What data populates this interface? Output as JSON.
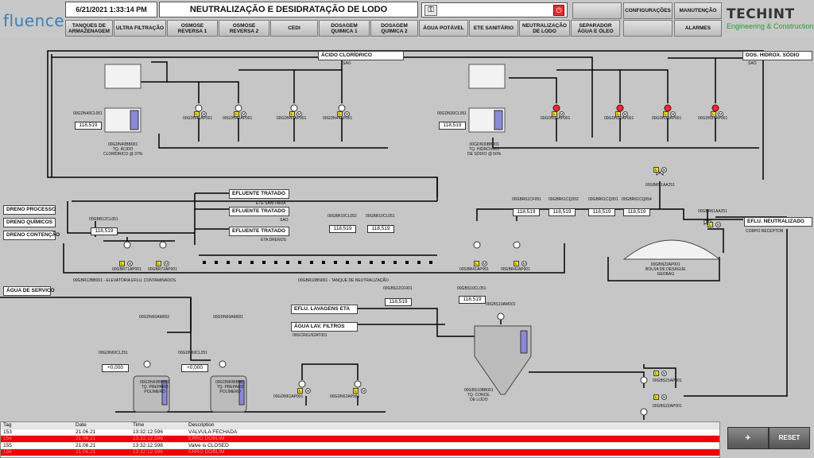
{
  "header": {
    "logo": "fluence",
    "datetime": "6/21/2021 1:33:14 PM",
    "title": "NEUTRALIZAÇÃO E DESIDRATAÇÃO DE LODO",
    "key_icon": "key-icon",
    "power_icon": "power-icon",
    "brand": "TECHINT",
    "brand_sub": "Engineering & Construction"
  },
  "nav": [
    "TANQUES DE ARMAZENAGEM",
    "ULTRA FILTRAÇÃO",
    "OSMOSE REVERSA 1",
    "OSMOSE REVERSA 2",
    "CEDI",
    "DOSAGEM QUIMICA 1",
    "DOSAGEM QUIMICA 2",
    "ÁGUA POTÁVEL",
    "ETE SANITÁRIO",
    "NEUTRALIZAÇÃO DE LODO",
    "SEPARADOR ÁGUA E ÓLEO"
  ],
  "right_buttons": {
    "config": "CONFIGURAÇÕES",
    "maint": "MANUTENÇÃO",
    "alarms": "ALARMES"
  },
  "process": {
    "acido_cloridrico": "ÁCIDO CLORÍDRICO",
    "sao1": "SAO",
    "dos_hidrox": "DOS. HIDROX. SÓDIO",
    "sao2": "SAO",
    "efl_trat1": "EFLUENTE TRATADO",
    "ete_sanit": "ETE SANITÁRIA",
    "efl_trat2": "EFLUENTE TRATADO",
    "sao3": "SAO",
    "efl_trat3": "EFLUENTE TRATADO",
    "eta_drenos": "ETA DRENOS",
    "dreno_proc": "DRENO PROCESSO",
    "dreno_quim": "DRENO QUÍMICOS",
    "dreno_cont": "DRENO CONTENÇÃO",
    "agua_serv": "ÁGUA DE SERVICO",
    "efl_lav": "EFLU. LAVAGENS ETA",
    "agua_lav": "ÁGUA LAV. FILTROS",
    "agua_lav_tag": "00GCR61/62AT001",
    "efl_neut": "EFLU. NEUTRALIZADO",
    "corpo_rec": "CORPO RECEPTOR",
    "tank_hcl": "00GDN40BB001\nTQ. ÁCIDO\nCLORÍDRICO @ 37%",
    "tank_naoh": "00GDN30BB001\nTQ. HIDRÓXIDO\nDE SÓDIO @ 50%",
    "elev": "00GBR12BB001 - ELEVATÓRIA EFLU. CONTAMINADOS",
    "neutr": "00GBR10BN001 - TANQUE DE NEUTRALIZAÇÃO",
    "geobag": "00GBN22AP001\nBOLSA DE DESAGUE\nGEOBAG",
    "polymer1": "00GDN60BB001\nTQ. PREPARO\nPOLÍMERO",
    "polymer2": "00GDN60BB001\nTQ. PREPARO\nPOLÍMERO",
    "thick": "00GBS10BB001\nTQ. CONCE.\nDE LODO",
    "gbs22": "00GBS22AP001",
    "gbs21": "00GBS21AP001",
    "gbs10": "00GBS10AM001",
    "v51": "00GBR51AA251",
    "v61": "00GBR61AA251",
    "sensors": [
      {
        "tag": "00GDN40CL051",
        "value": "118,519"
      },
      {
        "tag": "00GDN30CL051",
        "value": "118,519"
      },
      {
        "tag": "00GBR12CL051",
        "value": "118,519"
      },
      {
        "tag": "00GBR10CL052",
        "value": "118,519"
      },
      {
        "tag": "00GBR10CL051",
        "value": "118,519"
      },
      {
        "tag": "00GBR61CF051",
        "value": "118,519"
      },
      {
        "tag": "00GBR61CQ052",
        "value": "118,519"
      },
      {
        "tag": "00GBR61CQ051",
        "value": "118,519"
      },
      {
        "tag": "00GBR61CQ054",
        "value": "118,519"
      },
      {
        "tag": "00GBS12CF001",
        "value": "118,519"
      },
      {
        "tag": "00GBS10CL051",
        "value": "118,519"
      },
      {
        "tag": "00GDN60CL251",
        "value": "+0,000"
      },
      {
        "tag": "00GDN60CL251",
        "value": "+0,000"
      }
    ],
    "pumps": [
      "00GDN41AP001",
      "00GDN42AP001",
      "00GDN43AP001",
      "00GDN44AP001",
      "00GDN31AP001",
      "00GDN32AP001",
      "00GDN33AP001",
      "00GDN34AP001",
      "00GBR71AP001",
      "00GBR72AP001",
      "00GBR41AP001",
      "00GBR42AP001",
      "00GDN61AP001",
      "00GDN62AP001",
      "00GDN60AM002",
      "00GDN60AM001"
    ]
  },
  "log": {
    "headers": [
      "Tag",
      "Date",
      "Time",
      "Description"
    ],
    "rows": [
      {
        "id": "153",
        "date": "21.06.21",
        "time": "13:32:12.596",
        "desc": "VÁLVULA FECHADA",
        "alarm": false
      },
      {
        "id": "154",
        "date": "21.06.21",
        "time": "13:32:12.596",
        "desc": "ERRO DOBLIM",
        "alarm": true
      },
      {
        "id": "155",
        "date": "21.06.21",
        "time": "13:32:12.596",
        "desc": "Valve is CLOSED",
        "alarm": false
      },
      {
        "id": "156",
        "date": "21.06.21",
        "time": "13:32:12.596",
        "desc": "ERRO DOBLIM",
        "alarm": true
      }
    ]
  },
  "buttons": {
    "reset": "RESET",
    "ack_icon": "alarm-ack-icon"
  }
}
